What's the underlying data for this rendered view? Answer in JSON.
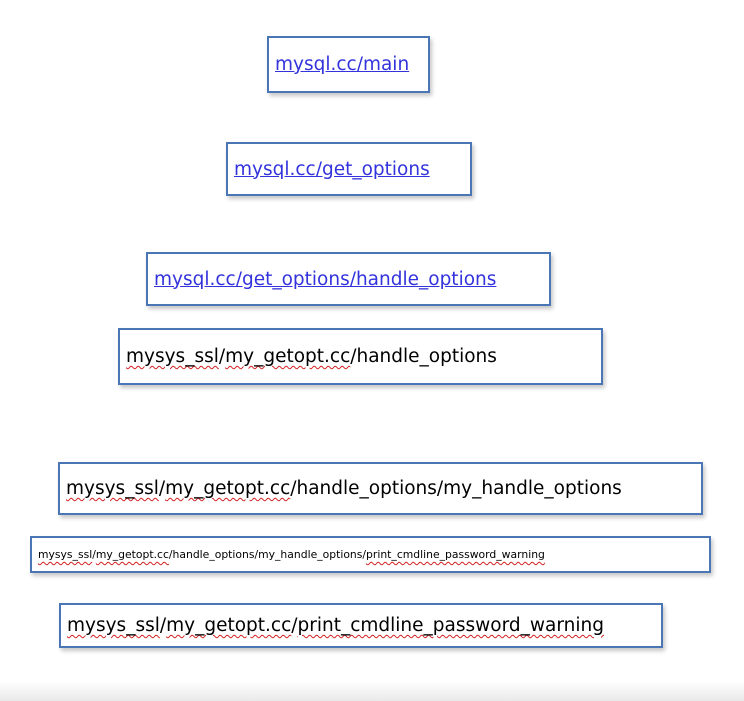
{
  "diagram": {
    "nodes": [
      {
        "id": "n1",
        "parts": [
          {
            "text": "mysql.cc/main",
            "style": "link"
          }
        ]
      },
      {
        "id": "n2",
        "parts": [
          {
            "text": "mysql.cc/get_options",
            "style": "link"
          }
        ]
      },
      {
        "id": "n3",
        "parts": [
          {
            "text": "mysql.cc/get_options/handle_options",
            "style": "link"
          }
        ]
      },
      {
        "id": "n4",
        "parts": [
          {
            "text": "mysys_ssl",
            "style": "squiggle"
          },
          {
            "text": "/",
            "style": "plain"
          },
          {
            "text": "my_getopt.cc",
            "style": "squiggle"
          },
          {
            "text": "/handle_options",
            "style": "plain"
          }
        ]
      },
      {
        "id": "n5",
        "parts": [
          {
            "text": "mysys_ssl",
            "style": "squiggle"
          },
          {
            "text": "/",
            "style": "plain"
          },
          {
            "text": "my_getopt.cc",
            "style": "squiggle"
          },
          {
            "text": "/handle_options/my_handle_options",
            "style": "plain"
          }
        ]
      },
      {
        "id": "n6",
        "parts": [
          {
            "text": "mysys_ssl",
            "style": "squiggle"
          },
          {
            "text": "/",
            "style": "plain"
          },
          {
            "text": "my_getopt.cc",
            "style": "squiggle"
          },
          {
            "text": "/handle_options/my_handle_options/",
            "style": "plain"
          },
          {
            "text": "print_cmdline_password_warning",
            "style": "squiggle"
          }
        ]
      },
      {
        "id": "n7",
        "parts": [
          {
            "text": "mysys_ssl",
            "style": "squiggle"
          },
          {
            "text": "/",
            "style": "plain"
          },
          {
            "text": "my_getopt.cc",
            "style": "squiggle"
          },
          {
            "text": "/",
            "style": "plain"
          },
          {
            "text": "print_cmdline_password_warning",
            "style": "squiggle"
          }
        ]
      }
    ],
    "colors": {
      "box_border": "#4a76b6",
      "link_text": "#3333dd",
      "plain_text": "#000000",
      "spellcheck_squiggle": "#d42020"
    }
  }
}
